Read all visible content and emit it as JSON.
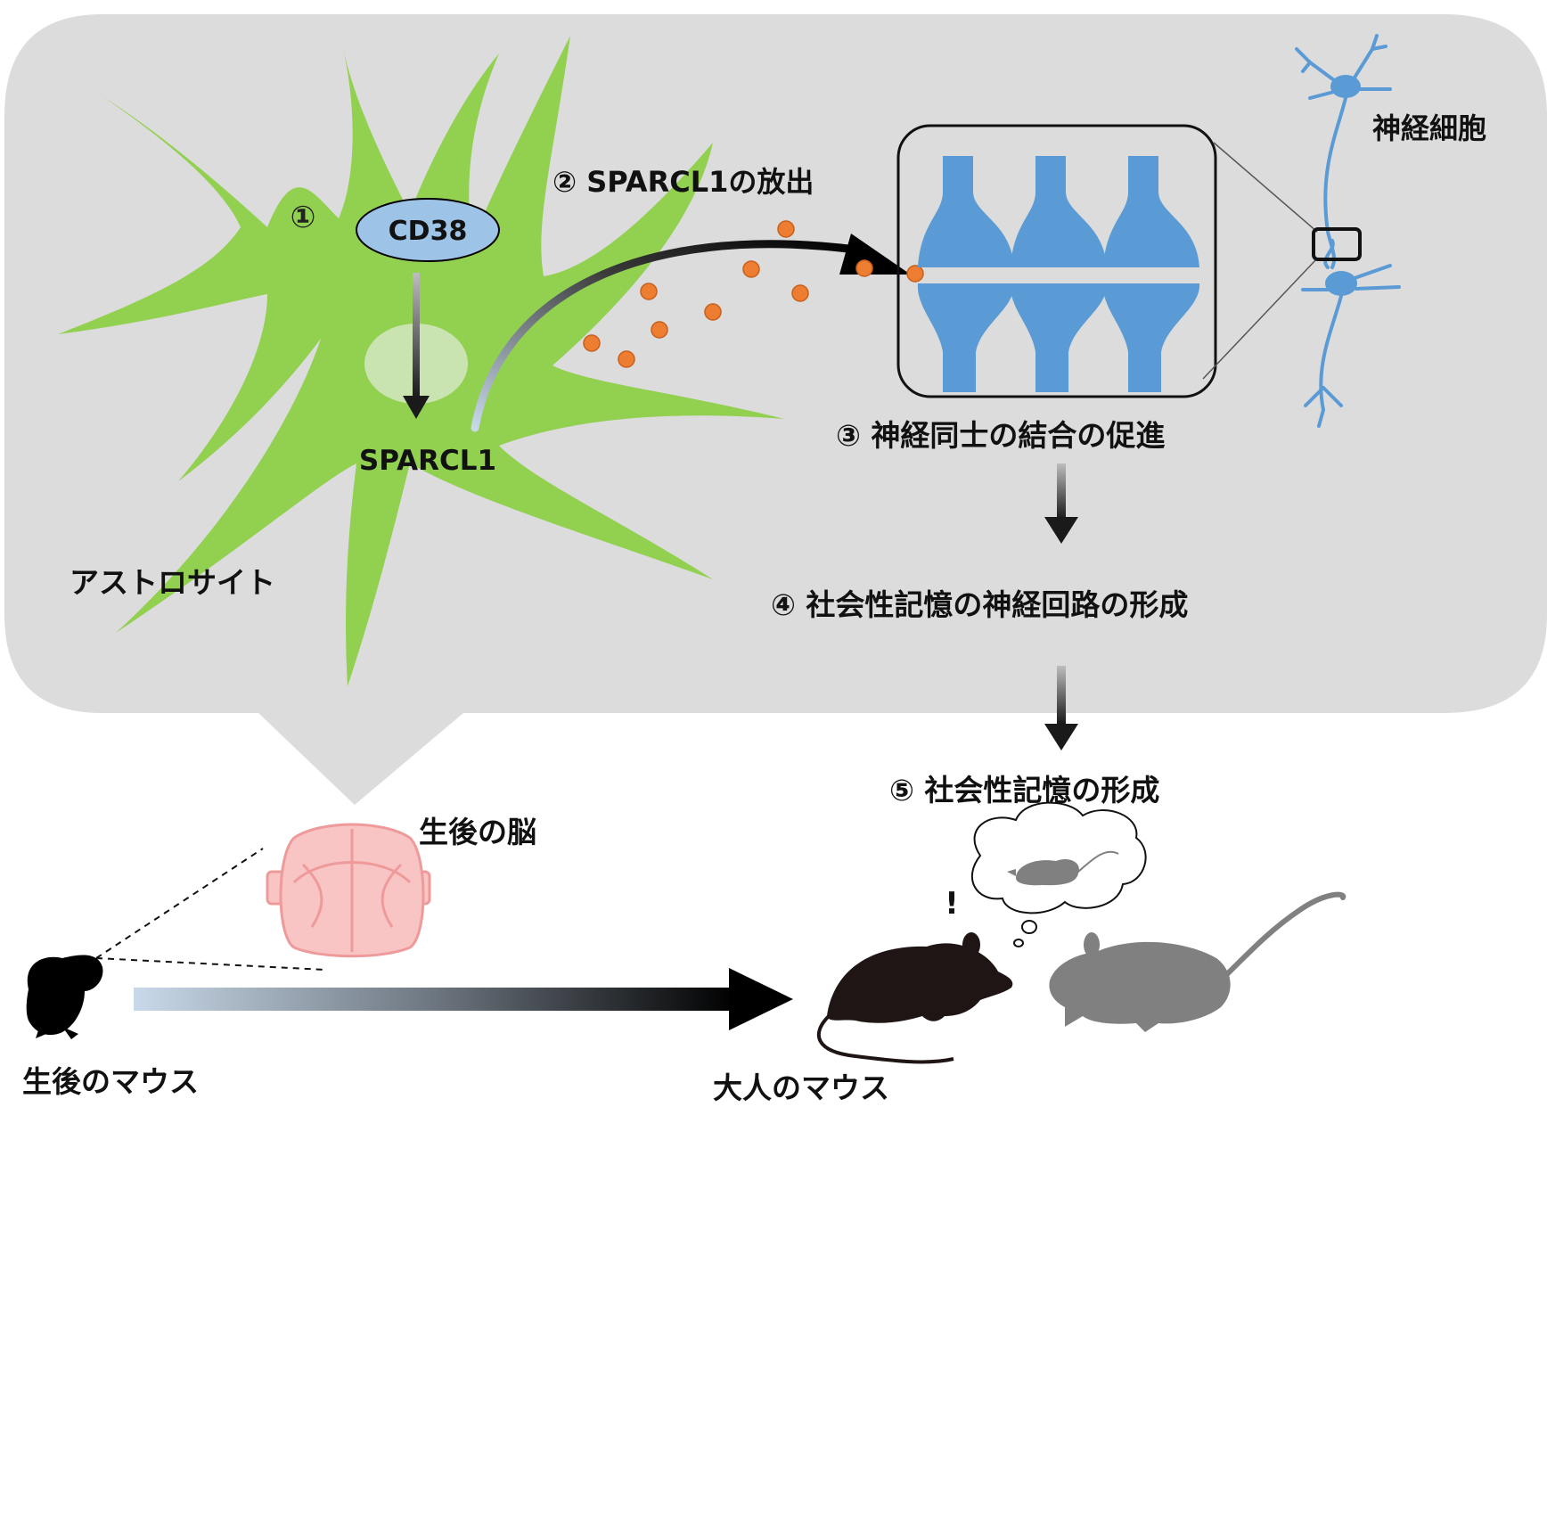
{
  "labels": {
    "step1_marker": "①",
    "cd38": "CD38",
    "sparcl1": "SPARCL1",
    "step2": "② SPARCL1の放出",
    "neuron": "神経細胞",
    "step3": "③ 神経同士の結合の促進",
    "astrocyte": "アストロサイト",
    "step4": "④ 社会性記憶の神経回路の形成",
    "step5": "⑤ 社会性記憶の形成",
    "postnatal_brain": "生後の脳",
    "postnatal_mouse": "生後のマウス",
    "adult_mouse": "大人のマウス",
    "exclamation": "!"
  },
  "colors": {
    "bubble": "#dcdcdc",
    "astrocyte": "#92d050",
    "cd38_fill": "#9dc3e6",
    "synapse": "#5b9bd5",
    "neuron": "#5b9bd5",
    "particles": "#ed7d31",
    "brain": "#f4a6a6"
  }
}
